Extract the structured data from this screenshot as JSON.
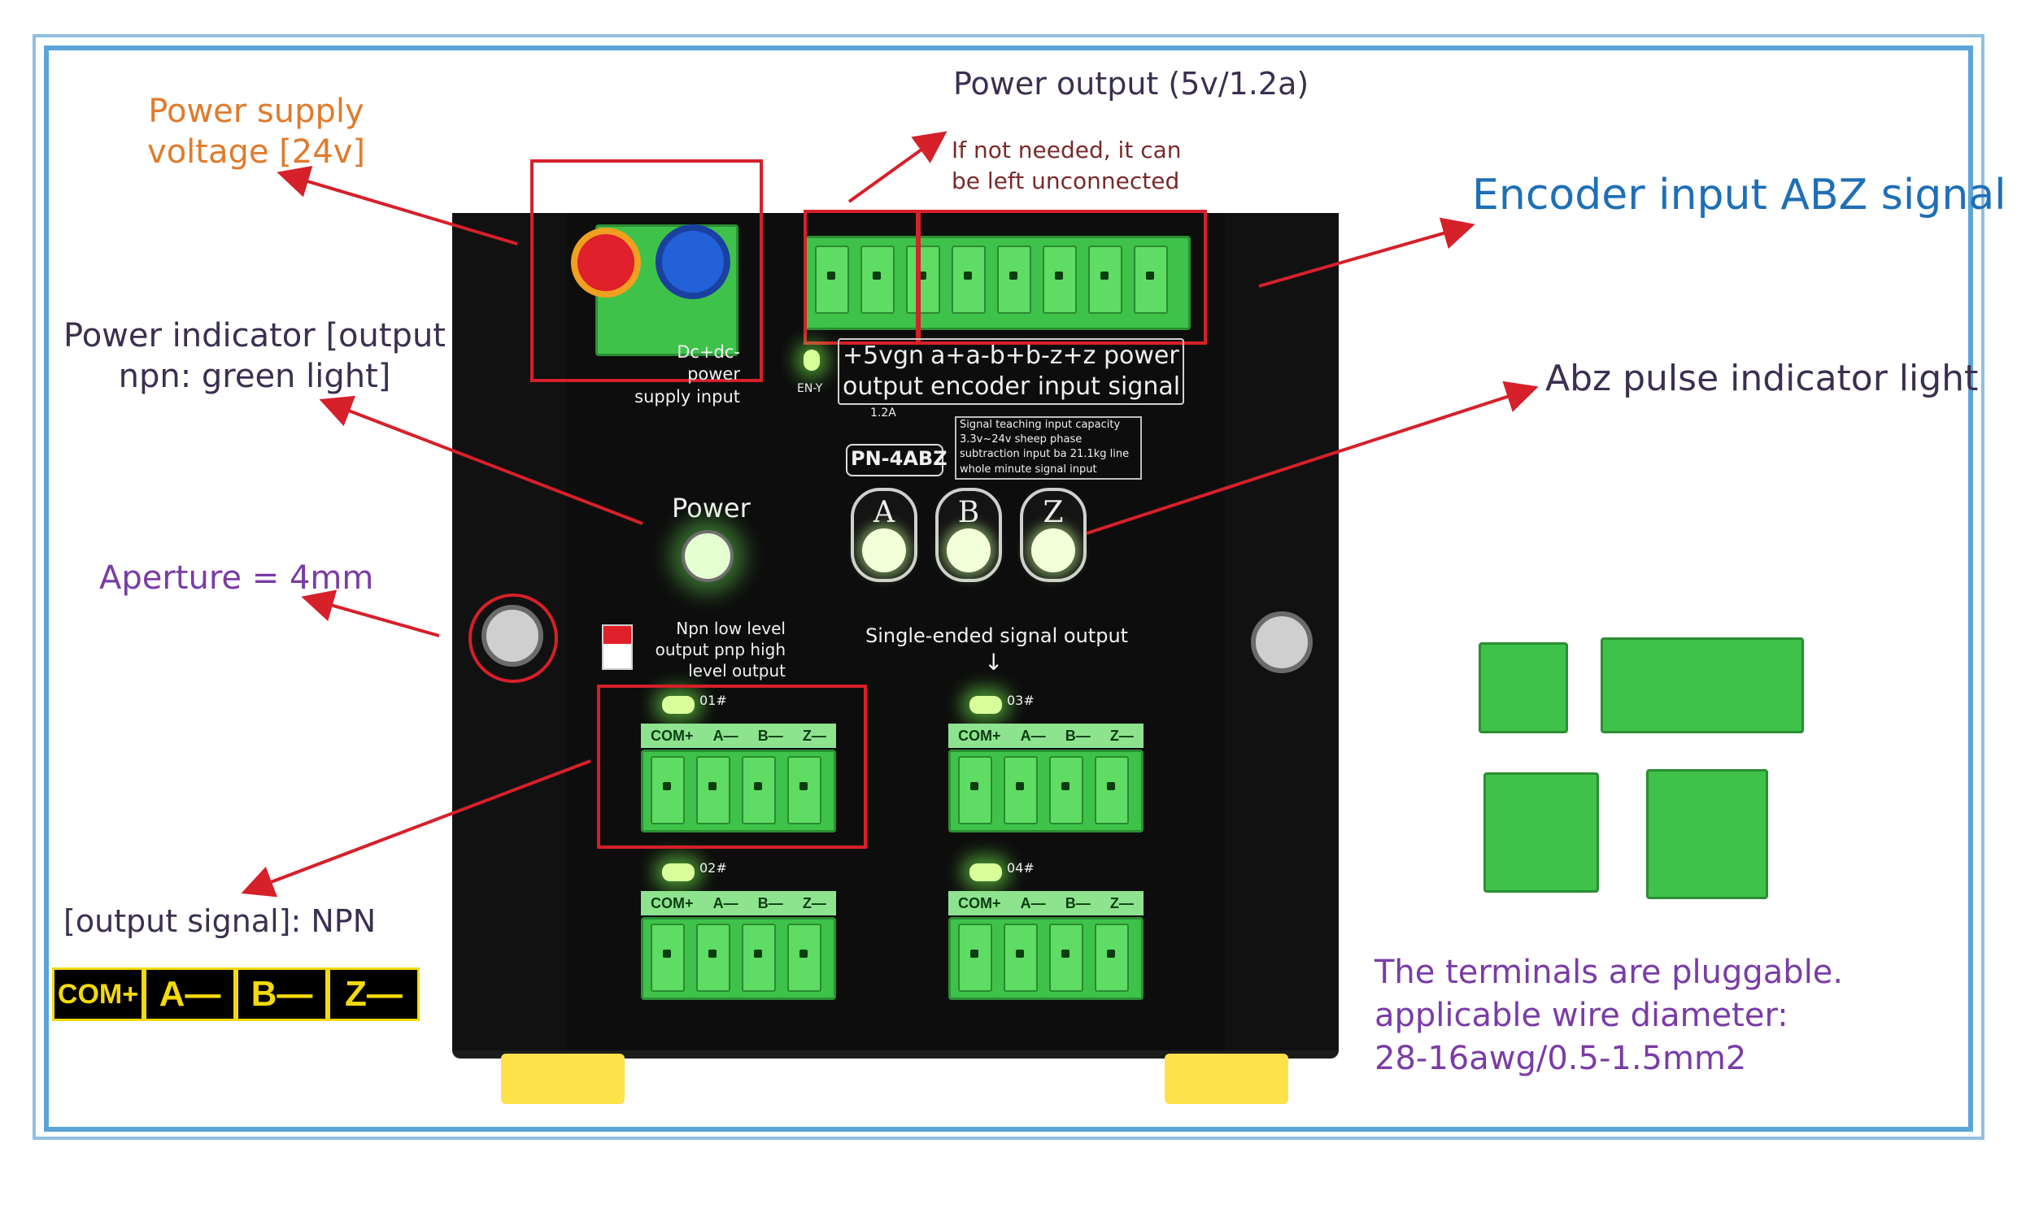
{
  "labels": {
    "power_supply": "Power supply\nvoltage [24v]",
    "power_output": "Power output (5v/1.2a)",
    "not_needed": "If not needed, it can\nbe left unconnected",
    "encoder_input": "Encoder input ABZ signal",
    "power_indicator": "Power indicator [output\nnpn: green light]",
    "abz_pulse": "Abz pulse indicator light",
    "aperture": "Aperture = 4mm",
    "output_signal": "[output signal]: NPN",
    "terminals": "The terminals are pluggable.\napplicable wire diameter:\n28-16awg/0.5-1.5mm2"
  },
  "legend": [
    "COM+",
    "A—",
    "B—",
    "Z—"
  ],
  "device": {
    "dc_input": "Dc+dc-\npower\nsupply input",
    "top_header_1": "+5vgn",
    "top_header_2": "a+a-b+b-z+z power",
    "top_header_3": "output",
    "top_header_4": "encoder input signal",
    "en_label": "EN-Y",
    "current": "1.2A",
    "model": "PN-4ABZ",
    "spec": "Signal teaching input capacity\n3.3v~24v sheep phase\nsubtraction input ba 21.1kg line\nwhole minute signal input",
    "power_label": "Power",
    "abz": [
      "A",
      "B",
      "Z"
    ],
    "npn_note": "Npn low level\noutput pnp high\nlevel output",
    "single_ended": "Single-ended signal output",
    "channels": [
      "01#",
      "02#",
      "03#",
      "04#"
    ],
    "terminal_header": [
      "COM+",
      "A—",
      "B—",
      "Z—"
    ]
  },
  "colors": {
    "frame": "#5aa5d8",
    "callout_arrow": "#d6202a",
    "terminal_green": "#3fc24a",
    "legend_yellow": "#f3da0b"
  }
}
